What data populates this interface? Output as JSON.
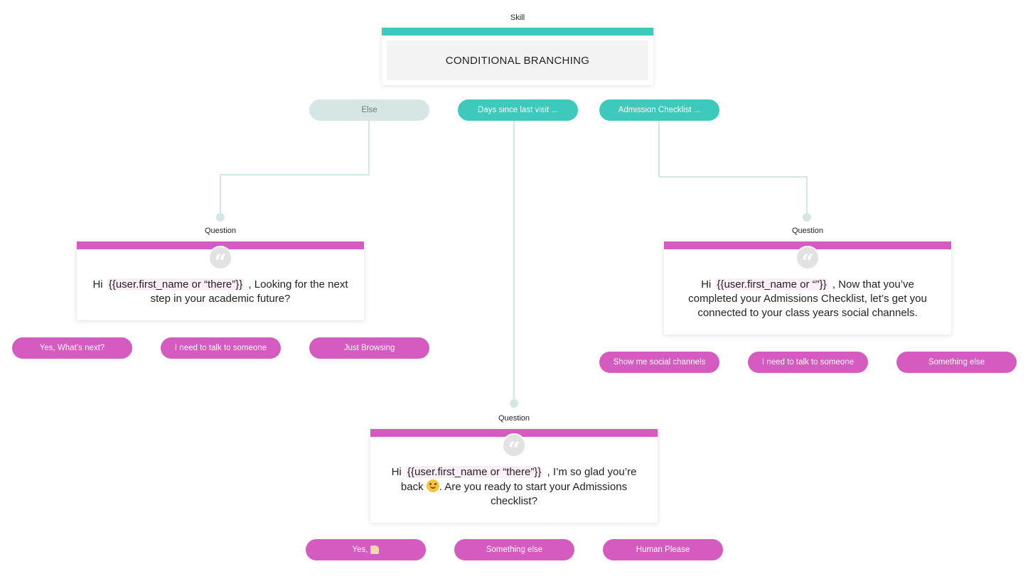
{
  "skill": {
    "type_label": "Skill",
    "title": "CONDITIONAL BRANCHING"
  },
  "branches": [
    {
      "label": "Else"
    },
    {
      "label": "Days since last visit ..."
    },
    {
      "label": "Admission Checklist ..."
    }
  ],
  "questions": {
    "left": {
      "type_label": "Question",
      "text_before": "Hi ",
      "variable": "{{user.first_name or “there”}}",
      "text_after": " , Looking for the next step in your academic future?",
      "responses": [
        "Yes, What’s next?",
        "I need to talk to someone",
        "Just Browsing"
      ]
    },
    "right": {
      "type_label": "Question",
      "text_before": "Hi ",
      "variable": "{{user.first_name or “”}}",
      "text_after": " , Now that you’ve completed your Admissions Checklist, let’s get you connected to your class years social channels.",
      "responses": [
        "Show me social channels",
        "I need to talk to someone",
        "Something else"
      ]
    },
    "center": {
      "type_label": "Question",
      "text_before": "Hi ",
      "variable": "{{user.first_name or “there”}}",
      "text_mid": " , I’m so glad you’re back ",
      "emoji_icon": "upside-down-face-icon",
      "text_after": ". Are you ready to start your Admissions checklist?",
      "responses": [
        "Yes, ",
        "Something else",
        "Human Please"
      ],
      "response_icon": "thumbs-up-icon"
    }
  },
  "colors": {
    "teal": "#3ec9bd",
    "pink": "#d55bc0",
    "grey_branch": "#d6e6e5",
    "connector": "#d6e6e5"
  }
}
